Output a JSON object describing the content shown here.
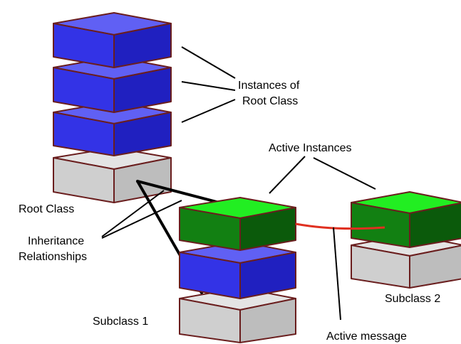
{
  "labels": {
    "instances_line1": "Instances of",
    "instances_line2": "Root Class",
    "active_instances": "Active Instances",
    "root_class": "Root Class",
    "inheritance_line1": "Inheritance",
    "inheritance_line2": "Relationships",
    "subclass1": "Subclass 1",
    "subclass2": "Subclass 2",
    "active_message": "Active message"
  },
  "colors": {
    "instance_blue": "#3a3aea",
    "root_gray": "#d3d3d3",
    "active_green": "#22dd22",
    "message_red": "#e03020",
    "outline": "#6a1e1e"
  }
}
